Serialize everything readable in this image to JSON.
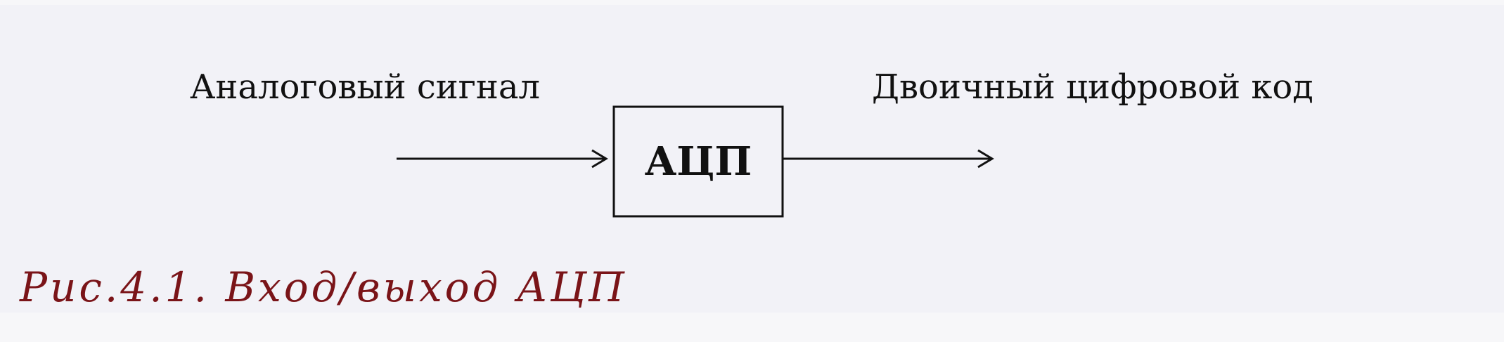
{
  "diagram": {
    "input_label": "Аналоговый сигнал",
    "block_label": "АЦП",
    "output_label": "Двоичный цифровой код"
  },
  "caption": {
    "text": "Рис.4.1.  Вход/выход АЦП"
  },
  "colors": {
    "background": "#f2f2f7",
    "page": "#f7f7f9",
    "ink": "#111111",
    "caption": "#7a1418"
  }
}
